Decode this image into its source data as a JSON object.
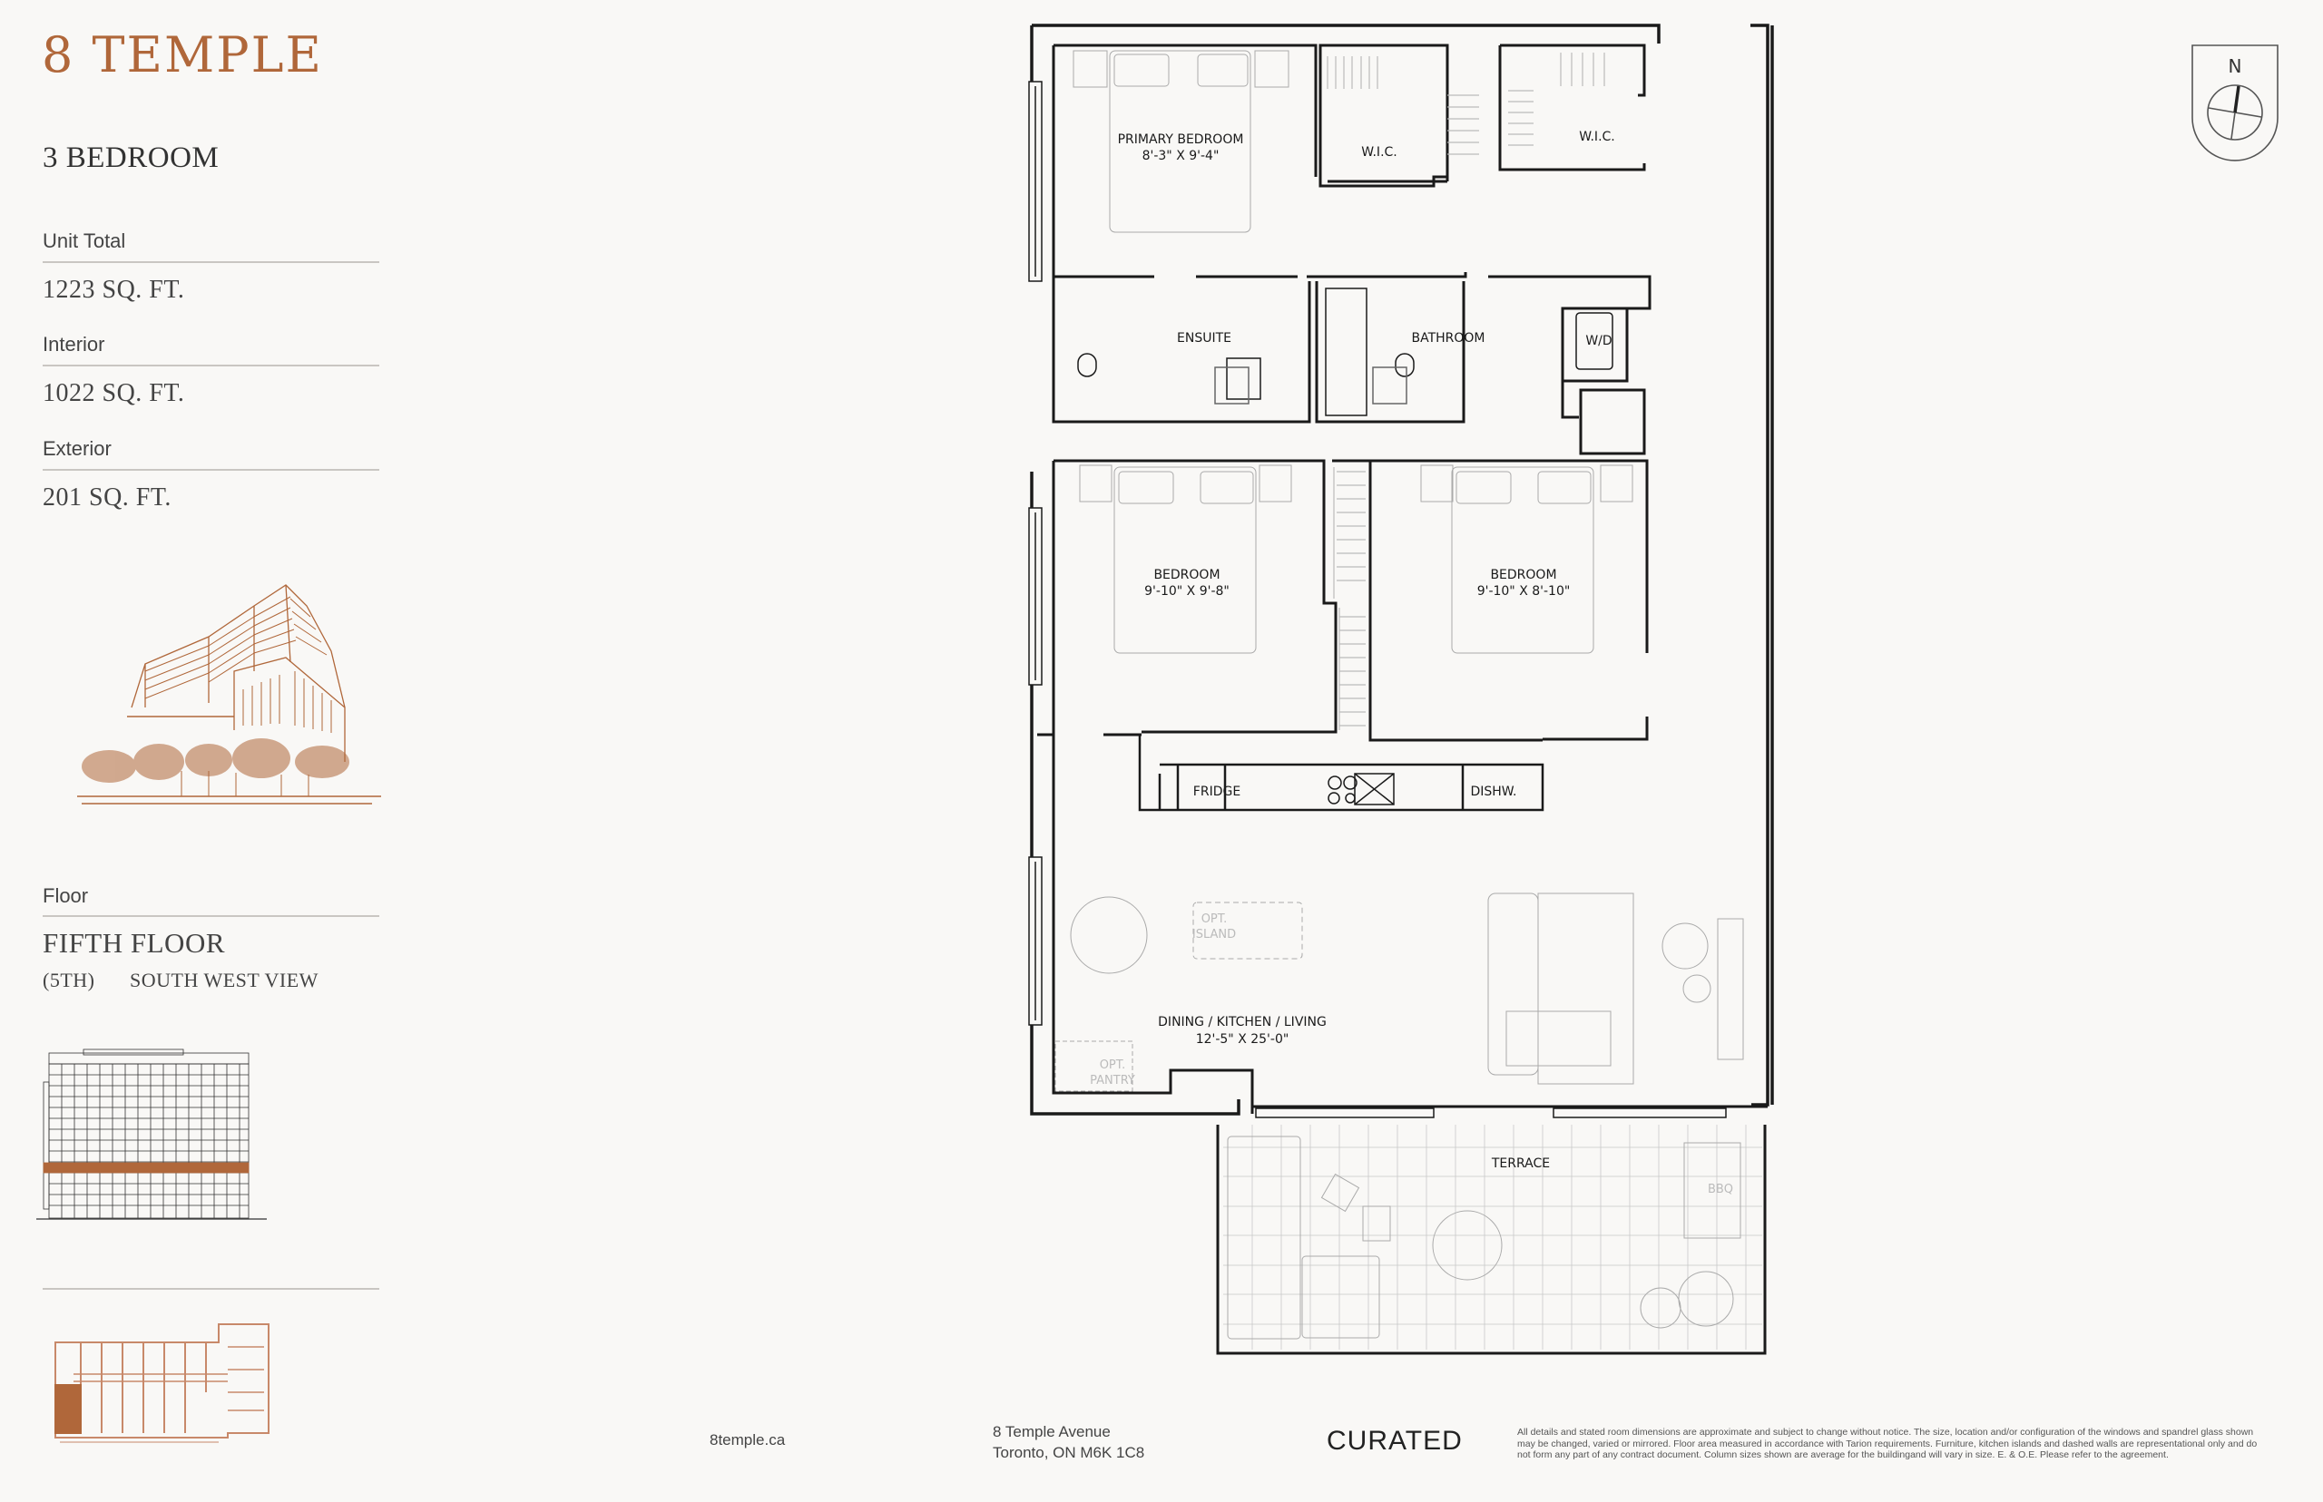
{
  "brand": {
    "name": "8 TEMPLE",
    "color": "#b0673a"
  },
  "unit": {
    "type": "3 BEDROOM",
    "stats": [
      {
        "label": "Unit Total",
        "value": "1223 SQ. FT."
      },
      {
        "label": "Interior",
        "value": "1022 SQ. FT."
      },
      {
        "label": "Exterior",
        "value": "201 SQ. FT."
      }
    ]
  },
  "floor": {
    "label": "Floor",
    "name": "FIFTH FLOOR",
    "ordinal": "(5TH)",
    "view": "SOUTH WEST VIEW"
  },
  "illustrations": {
    "building_sketch": "building-perspective-sketch",
    "elevation": "building-elevation-with-highlighted-floor",
    "keyplan": "floor-keyplan-with-highlighted-unit"
  },
  "compass": {
    "label": "N"
  },
  "plan": {
    "rooms": {
      "primary_bedroom": {
        "name": "PRIMARY BEDROOM",
        "dims": "8'-3\" X 9'-4\""
      },
      "wic1": {
        "name": "W.I.C."
      },
      "wic2": {
        "name": "W.I.C."
      },
      "ensuite": {
        "name": "ENSUITE"
      },
      "bathroom": {
        "name": "BATHROOM"
      },
      "wd": {
        "name": "W/D"
      },
      "bedroom2": {
        "name": "BEDROOM",
        "dims": "9'-10\" X 9'-8\""
      },
      "bedroom3": {
        "name": "BEDROOM",
        "dims": "9'-10\" X 8'-10\""
      },
      "fridge": {
        "name": "FRIDGE"
      },
      "dishwasher": {
        "name": "DISHW."
      },
      "island": {
        "line1": "OPT.",
        "line2": "ISLAND"
      },
      "pantry": {
        "line1": "OPT.",
        "line2": "PANTRY"
      },
      "living": {
        "name": "DINING / KITCHEN / LIVING",
        "dims": "12'-5\" X 25'-0\""
      },
      "terrace": {
        "name": "TERRACE"
      },
      "bbq": {
        "name": "BBQ"
      }
    }
  },
  "footer": {
    "website": "8temple.ca",
    "address_line1": "8 Temple Avenue",
    "address_line2": "Toronto, ON M6K 1C8",
    "developer": "CURATED",
    "disclaimer": "All details and stated room dimensions are approximate and subject to change without notice. The size, location and/or configuration of the windows and spandrel glass shown may be changed, varied or mirrored. Floor area measured in accordance with Tarion requirements. Furniture, kitchen islands and dashed walls are representational only and do not form any part of any contract document. Column sizes shown are average for the buildingand will vary in size. E. & O.E. Please refer to the agreement."
  }
}
